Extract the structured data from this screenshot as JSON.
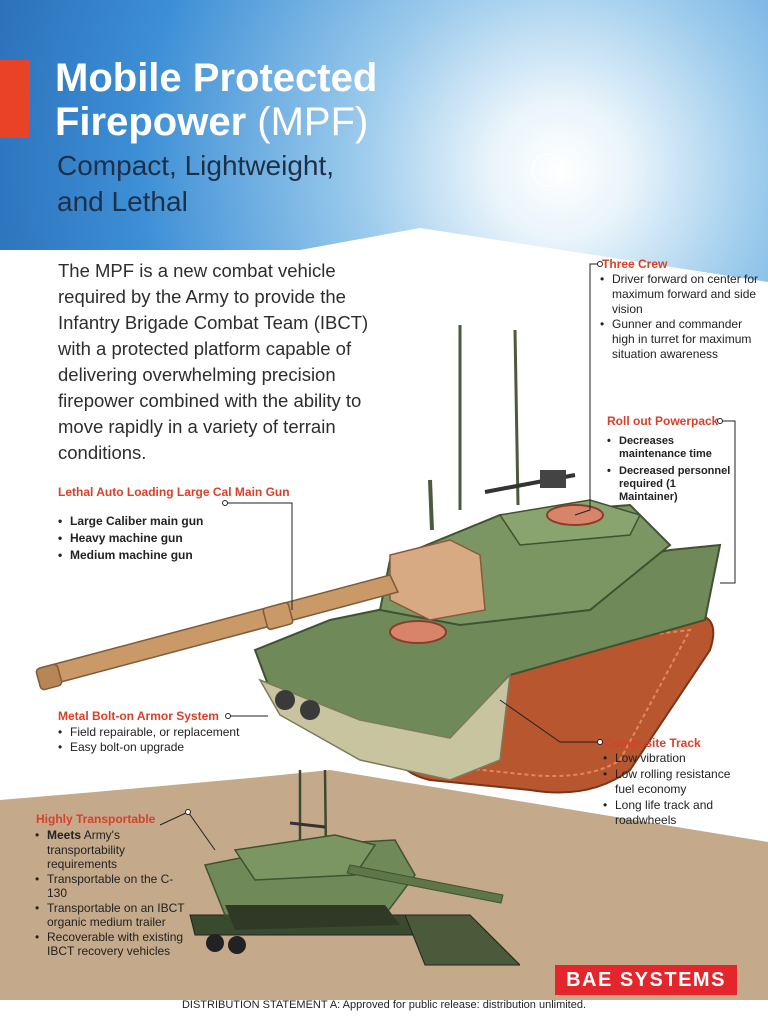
{
  "header": {
    "title_line1": "Mobile Protected",
    "title_line2_main": "Firepower",
    "title_line2_acronym": "(MPF)",
    "subtitle": "Compact, Lightweight, and Lethal"
  },
  "intro": "The MPF is a new combat vehicle required by the Army to provide the Infantry Brigade Combat Team (IBCT) with a protected platform capable of delivering overwhelming precision firepower combined with the ability to move rapidly in a variety of terrain conditions.",
  "callouts": {
    "three_crew": {
      "title": "Three Crew",
      "items": [
        "Driver forward on center for maximum forward and side vision",
        "Gunner and commander high in turret for maximum situation awareness"
      ]
    },
    "powerpack": {
      "title": "Roll out Powerpack",
      "items": [
        "Decreases maintenance time",
        "Decreased personnel required (1 Maintainer)"
      ]
    },
    "main_gun": {
      "title": "Lethal Auto Loading Large Cal Main Gun",
      "items": [
        "Large Caliber main gun",
        "Heavy machine gun",
        "Medium machine gun"
      ]
    },
    "armor": {
      "title": "Metal Bolt-on Armor System",
      "items": [
        "Field repairable, or replacement",
        "Easy bolt-on upgrade"
      ]
    },
    "track": {
      "title": "Composite Track",
      "items": [
        "Low vibration",
        "Low rolling resistance fuel economy",
        "Long life track and roadwheels"
      ]
    },
    "transport": {
      "title": "Highly Transportable",
      "first_lead": "Meets",
      "first_rest": " Army's transportability requirements",
      "items": [
        "Transportable on the C-130",
        "Transportable on an IBCT organic medium trailer",
        "Recoverable with existing IBCT recovery vehicles"
      ]
    }
  },
  "logo": "BAE SYSTEMS",
  "distribution": "DISTRIBUTION STATEMENT A:  Approved for public release:  distribution unlimited.",
  "colors": {
    "accent_red": "#d9402a",
    "logo_red": "#e4262c",
    "tan": "#c4aa8a",
    "tank_green": "#6f8a58",
    "track_orange": "#b8572f"
  }
}
